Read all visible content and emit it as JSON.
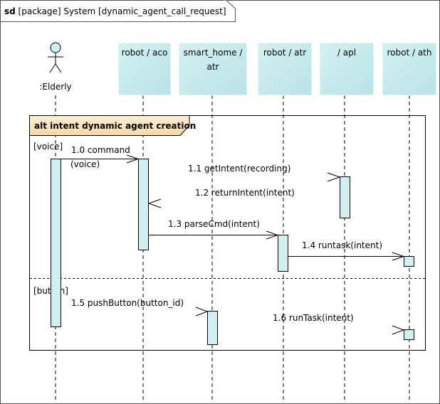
{
  "frame": {
    "label_bold": "sd",
    "label_rest": " [package] System [dynamic_agent_call_request]"
  },
  "actor": {
    "name": ":Elderly"
  },
  "lifelines": [
    {
      "id": "aco",
      "lines": [
        "robot / aco"
      ]
    },
    {
      "id": "smart_home_atr",
      "lines": [
        "smart_home /",
        "atr"
      ]
    },
    {
      "id": "atr",
      "lines": [
        "robot / atr"
      ]
    },
    {
      "id": "apl",
      "lines": [
        "/ apl"
      ]
    },
    {
      "id": "ath",
      "lines": [
        "robot / ath"
      ]
    }
  ],
  "fragment": {
    "label": "alt intent dynamic agent creation",
    "guards": [
      "[voice]",
      "[button]"
    ]
  },
  "messages": [
    {
      "id": "m10",
      "lines": [
        "1.0 command",
        "(voice)"
      ]
    },
    {
      "id": "m11",
      "lines": [
        "1.1 getIntent(recording)"
      ]
    },
    {
      "id": "m12",
      "lines": [
        "1.2 returnIntent(intent)"
      ]
    },
    {
      "id": "m13",
      "lines": [
        "1.3 parseCmd(intent)"
      ]
    },
    {
      "id": "m14",
      "lines": [
        "1.4 runtask(intent)"
      ]
    },
    {
      "id": "m15",
      "lines": [
        "1.5 pushButton(button_id)"
      ]
    },
    {
      "id": "m16",
      "lines": [
        "1.6 runTask(intent)"
      ]
    }
  ],
  "colors": {
    "lifeline_fill": "#cfeff0",
    "activation_fill": "#cfeff0",
    "fragment_label_fill": "#fbe3b8",
    "stroke": "#000000",
    "frame_stroke": "#555555"
  }
}
